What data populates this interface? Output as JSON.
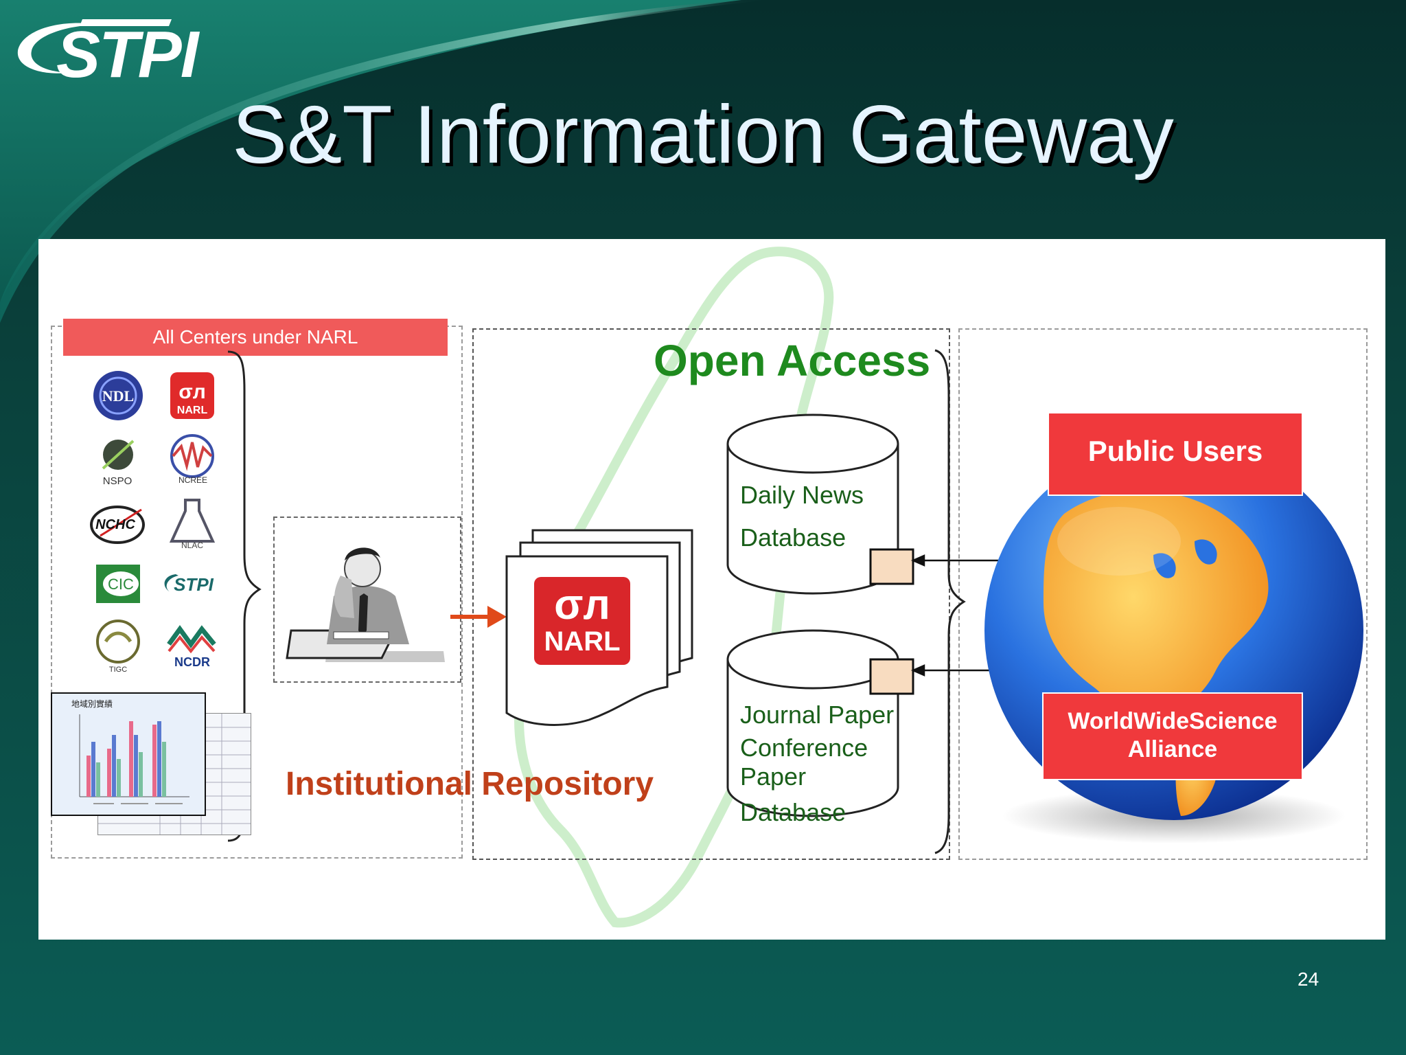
{
  "slide": {
    "logo": "STPI",
    "title": "S&T Information Gateway",
    "page_number": "24"
  },
  "diagram": {
    "banner": "All Centers under NARL",
    "center_logos": [
      {
        "id": "ndl",
        "text": "NDL"
      },
      {
        "id": "narl",
        "text": "NARL"
      },
      {
        "id": "nspo",
        "text": "NSPO"
      },
      {
        "id": "ncree",
        "text": "NCREE"
      },
      {
        "id": "nchc",
        "text": "NCHC"
      },
      {
        "id": "nlac",
        "text": "NLAC"
      },
      {
        "id": "cic",
        "text": "CIC"
      },
      {
        "id": "stpi",
        "text": "STPI"
      },
      {
        "id": "tigc",
        "text": "TIGC"
      },
      {
        "id": "ncdr",
        "text": "NCDR"
      }
    ],
    "open_access": "Open Access",
    "narl_doc_logo": {
      "top": "NARL"
    },
    "institutional_repository": "Institutional Repository",
    "db1_lines": [
      "Daily News",
      "Database"
    ],
    "db2_lines": [
      "Journal Paper",
      "Conference",
      "Paper",
      "Database"
    ],
    "public_users": "Public Users",
    "wws_lines": [
      "WorldWideScience",
      "Alliance"
    ],
    "report_title": "地域別實績"
  },
  "colors": {
    "bg_dark": "#062e2c",
    "bg_teal": "#0b5c55",
    "banner_red": "#f05a5a",
    "box_red": "#f0393c",
    "open_access_green": "#1e8a1e",
    "repository_orange": "#c0401a",
    "db_text_green": "#1a5f1a"
  }
}
